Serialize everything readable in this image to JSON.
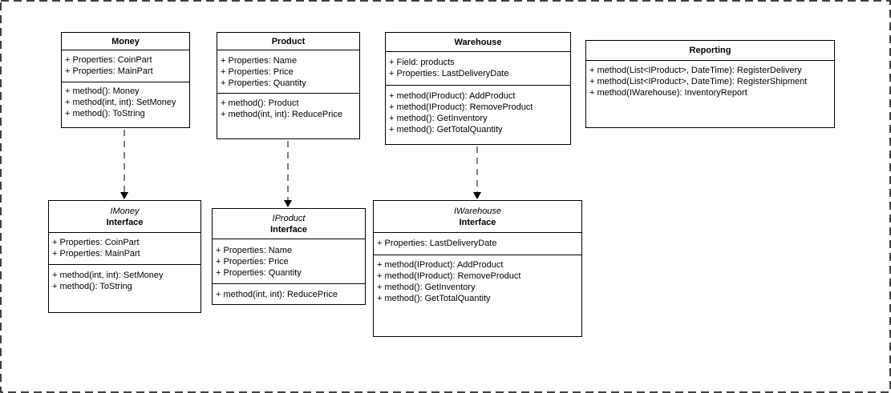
{
  "classes": [
    {
      "id": "money",
      "name": "Money",
      "properties": [
        "+ Properties: CoinPart",
        "+ Properties: MainPart"
      ],
      "methods": [
        "+ method(): Money",
        "+ method(int, int): SetMoney",
        "+ method(): ToString"
      ]
    },
    {
      "id": "product",
      "name": "Product",
      "properties": [
        "+ Properties: Name",
        "+ Properties: Price",
        "+ Properties: Quantity"
      ],
      "methods": [
        "+ method(): Product",
        "+ method(int, int): ReducePrice"
      ]
    },
    {
      "id": "warehouse",
      "name": "Warehouse",
      "properties": [
        "+ Field: products",
        "+ Properties: LastDeliveryDate"
      ],
      "methods": [
        "+ method(IProduct): AddProduct",
        "+ method(IProduct): RemoveProduct",
        "+ method(): GetInventory",
        "+ method(): GetTotalQuantity"
      ]
    },
    {
      "id": "reporting",
      "name": "Reporting",
      "methods": [
        "+ method(List<IProduct>, DateTime): RegisterDelivery",
        "+ method(List<IProduct>, DateTime): RegisterShipment",
        "+ method(IWarehouse): InventoryReport"
      ]
    },
    {
      "id": "imoney",
      "stereotype": "IMoney",
      "name": "Interface",
      "properties": [
        "+ Properties: CoinPart",
        "+ Properties: MainPart"
      ],
      "methods": [
        "+ method(int, int): SetMoney",
        "+ method(): ToString"
      ]
    },
    {
      "id": "iproduct",
      "stereotype": "IProduct",
      "name": "Interface",
      "properties": [
        "+ Properties: Name",
        "+ Properties: Price",
        "+ Properties: Quantity"
      ],
      "methods": [
        "+ method(int, int): ReducePrice"
      ]
    },
    {
      "id": "iwarehouse",
      "stereotype": "IWarehouse",
      "name": "Interface",
      "properties": [
        "+ Properties: LastDeliveryDate"
      ],
      "methods": [
        "+ method(IProduct): AddProduct",
        "+ method(IProduct): RemoveProduct",
        "+ method(): GetInventory",
        "+ method(): GetTotalQuantity"
      ]
    }
  ],
  "relations": [
    {
      "from": "money",
      "to": "imoney",
      "type": "realization"
    },
    {
      "from": "product",
      "to": "iproduct",
      "type": "realization"
    },
    {
      "from": "warehouse",
      "to": "iwarehouse",
      "type": "realization"
    }
  ]
}
